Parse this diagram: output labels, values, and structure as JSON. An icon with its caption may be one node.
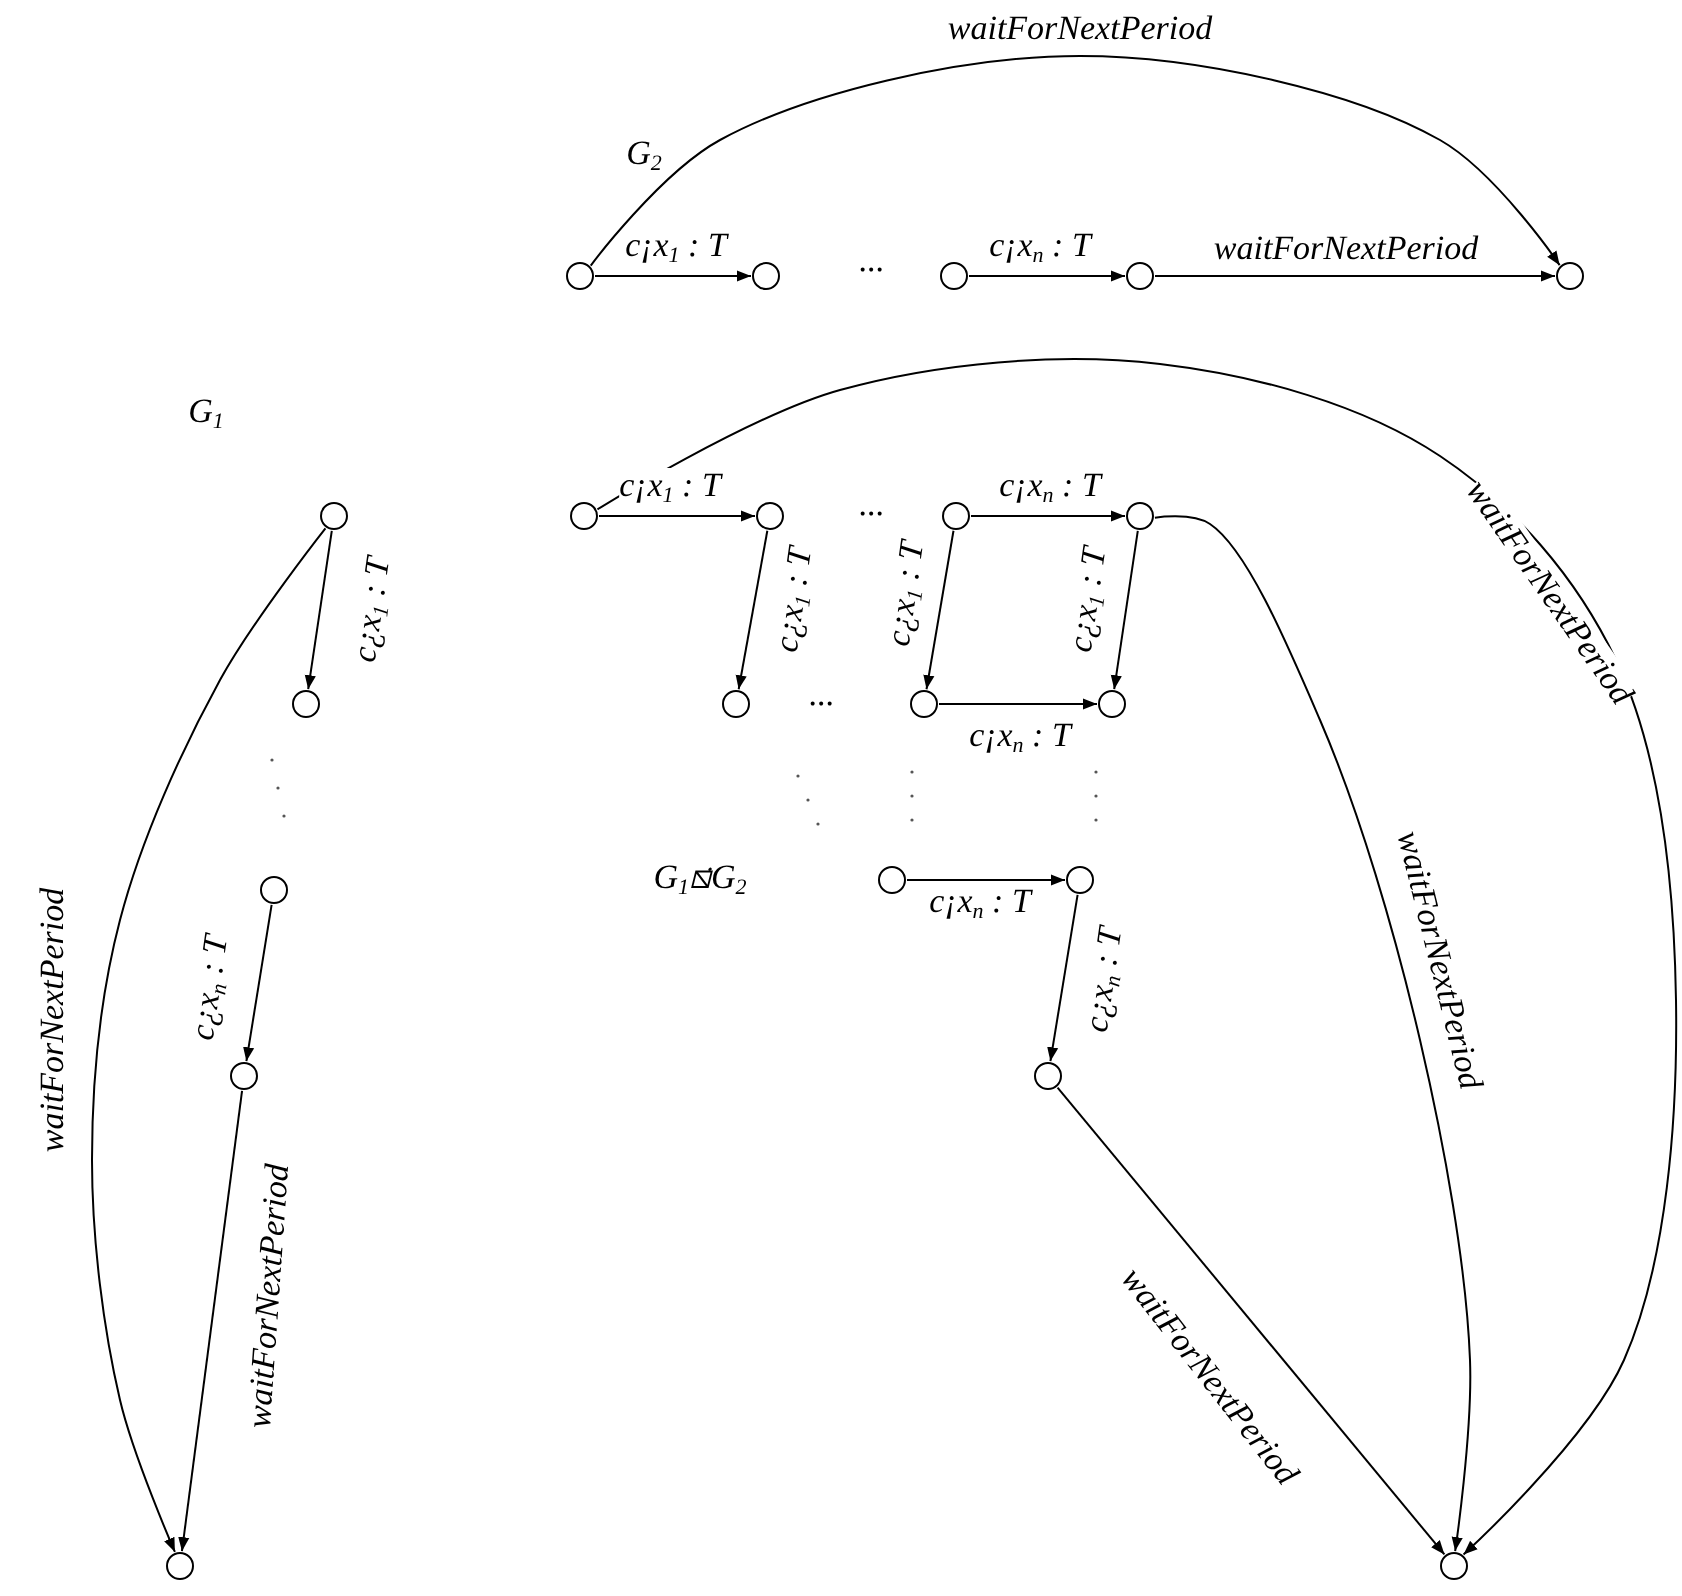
{
  "diagram": {
    "nodes": [
      {
        "text": [],
        "shape": "circle"
      },
      {
        "text": [],
        "shape": "circle"
      },
      {
        "text": [],
        "shape": "circle"
      },
      {
        "text": [],
        "shape": "circle"
      },
      {
        "text": [],
        "shape": "circle"
      },
      {
        "text": [],
        "shape": "circle"
      },
      {
        "text": [],
        "shape": "circle"
      },
      {
        "text": [],
        "shape": "circle"
      },
      {
        "text": [],
        "shape": "circle"
      },
      {
        "text": [],
        "shape": "circle"
      },
      {
        "text": [],
        "shape": "circle"
      },
      {
        "text": [],
        "shape": "circle"
      },
      {
        "text": [],
        "shape": "circle"
      },
      {
        "text": [],
        "shape": "circle"
      },
      {
        "text": [],
        "shape": "circle"
      },
      {
        "text": [],
        "shape": "circle"
      },
      {
        "text": [],
        "shape": "circle"
      },
      {
        "text": [],
        "shape": "circle"
      },
      {
        "text": [],
        "shape": "circle"
      },
      {
        "text": [],
        "shape": "circle"
      },
      {
        "text": [],
        "shape": "circle"
      }
    ],
    "edges": [
      {
        "from": 0,
        "to": 4,
        "arrow": "to",
        "label": "waitForNextPeriod"
      },
      {
        "from": 0,
        "to": 1,
        "arrow": "to",
        "label": "c¡x$_{1}$ : T"
      },
      {
        "from": 2,
        "to": 3,
        "arrow": "to",
        "label": "c¡x$_{n}$ : T"
      },
      {
        "from": 3,
        "to": 4,
        "arrow": "to",
        "label": "waitForNextPeriod"
      },
      {
        "from": 5,
        "to": 6,
        "arrow": "to",
        "label": "c¿x$_{1}$ : T"
      },
      {
        "from": 5,
        "to": 9,
        "arrow": "to",
        "label": "waitForNextPeriod"
      },
      {
        "from": 7,
        "to": 8,
        "arrow": "to",
        "label": "c¿x$_{n}$ : T"
      },
      {
        "from": 8,
        "to": 9,
        "arrow": "to",
        "label": "waitForNextPeriod"
      },
      {
        "from": 10,
        "to": 20,
        "arrow": "to",
        "label": "waitForNextPeriod"
      },
      {
        "from": 10,
        "to": 11,
        "arrow": "to",
        "label": "c¡x$_{1}$ : T"
      },
      {
        "from": 12,
        "to": 13,
        "arrow": "to",
        "label": "c¡x$_{n}$ : T"
      },
      {
        "from": 13,
        "to": 20,
        "arrow": "to",
        "label": "waitForNextPeriod"
      },
      {
        "from": 11,
        "to": 14,
        "arrow": "to",
        "label": "c¿x$_{1}$ : T"
      },
      {
        "from": 12,
        "to": 15,
        "arrow": "to",
        "label": "c¿x$_{1}$ : T"
      },
      {
        "from": 13,
        "to": 16,
        "arrow": "to",
        "label": "c¿x$_{1}$ : T"
      },
      {
        "from": 15,
        "to": 16,
        "arrow": "to",
        "label": "c¡x$_{n}$ : T"
      },
      {
        "from": 17,
        "to": 18,
        "arrow": "to",
        "label": "c¡x$_{n}$ : T"
      },
      {
        "from": 18,
        "to": 19,
        "arrow": "to",
        "label": "c¿x$_{n}$ : T"
      },
      {
        "from": 19,
        "to": 20,
        "arrow": "to",
        "label": "waitForNextPeriod"
      }
    ],
    "labels": [
      "G$_{2}$",
      "...",
      "G$_{1}$",
      "...",
      "...",
      "G$_{1}$⧅̇G$_{2}$"
    ]
  }
}
